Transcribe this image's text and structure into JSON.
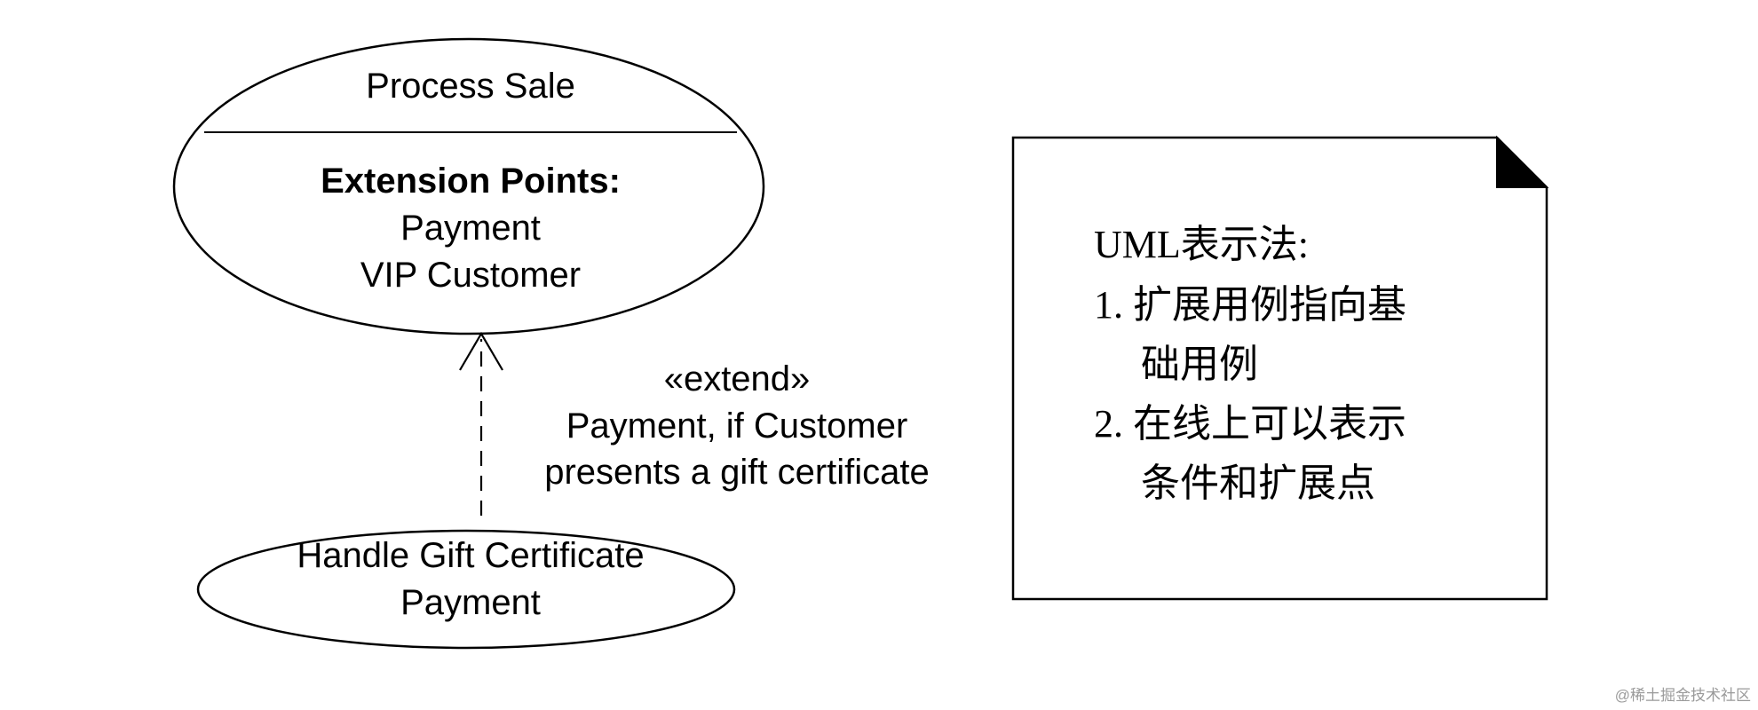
{
  "base_use_case": {
    "name": "Process Sale",
    "compartment_title": "Extension Points:",
    "extension_points": [
      "Payment",
      "VIP Customer"
    ]
  },
  "extending_use_case": {
    "name_line1": "Handle Gift Certificate",
    "name_line2": "Payment"
  },
  "extend_relationship": {
    "stereotype": "«extend»",
    "condition_line1": "Payment, if Customer",
    "condition_line2": "presents a gift certificate"
  },
  "note": {
    "title": "UML表示法:",
    "item1_line1": "1. 扩展用例指向基",
    "item1_line2": "础用例",
    "item2_line1": "2. 在线上可以表示",
    "item2_line2": "条件和扩展点"
  },
  "watermark": "@稀土掘金技术社区"
}
